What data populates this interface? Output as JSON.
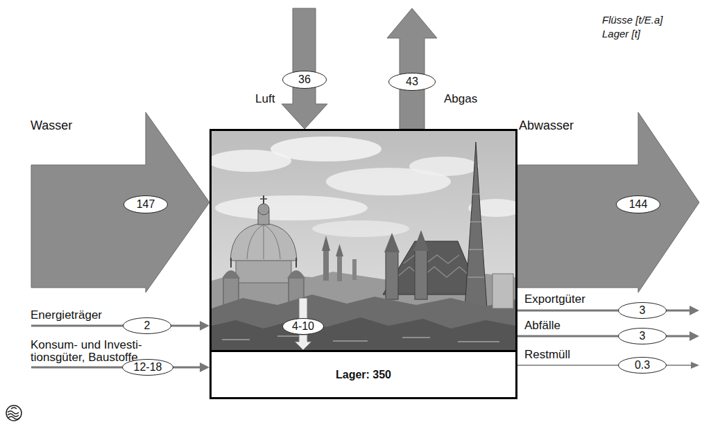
{
  "diagram": {
    "nodes": [
      {
        "text": [
          "36"
        ]
      },
      {
        "text": [
          "43"
        ]
      },
      {
        "text": [
          "147"
        ]
      },
      {
        "text": [
          "144"
        ]
      },
      {
        "text": [
          "3"
        ]
      },
      {
        "text": [
          "2"
        ]
      },
      {
        "text": [
          "4-10"
        ]
      },
      {
        "text": [
          "3"
        ]
      },
      {
        "text": [
          "12-18"
        ]
      },
      {
        "text": [
          "0.3"
        ]
      },
      {
        "text": [
          "Lager: 350"
        ]
      }
    ],
    "edges": [
      {
        "from": 6,
        "to": 10,
        "arrow": "to"
      }
    ],
    "labels": [
      "Flüsse [t/E.a]",
      "Lager [t]",
      "Luft",
      "Abgas",
      "Wasser",
      "Abwasser",
      "Energieträger",
      "Konsum- und Investi- tionsgüter, Baustoffe",
      "Exportgüter",
      "Abfälle",
      "Restmüll"
    ]
  }
}
